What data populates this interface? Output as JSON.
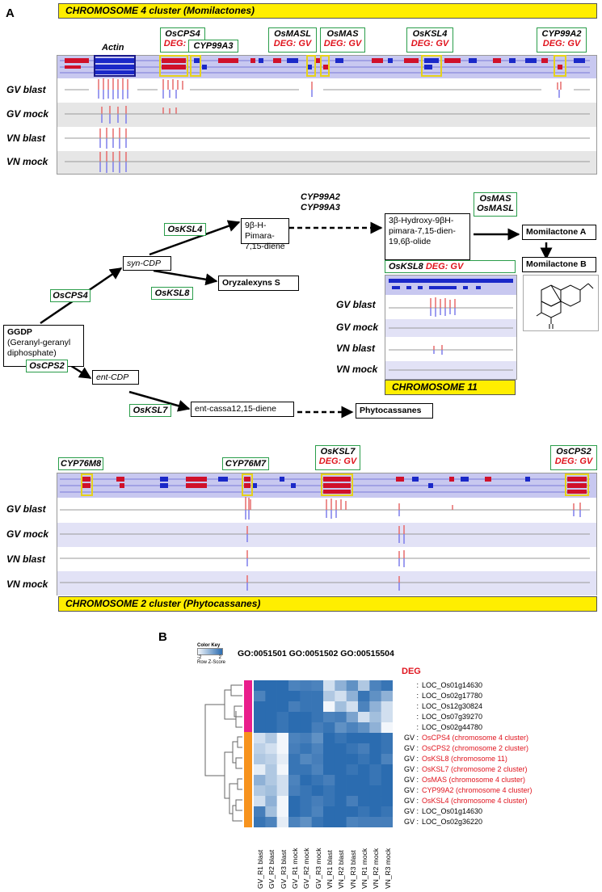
{
  "panel_a": {
    "letter": "A",
    "chr4_title": "CHROMOSOME 4 cluster (Momilactones)",
    "chr4_genes": [
      {
        "name": "Actin",
        "deg": ""
      },
      {
        "name": "OsCPS4",
        "deg": "DEG: GV"
      },
      {
        "name": "CYP99A3",
        "deg": ""
      },
      {
        "name": "OsMASL",
        "deg": "DEG: GV"
      },
      {
        "name": "OsMAS",
        "deg": "DEG: GV"
      },
      {
        "name": "OsKSL4",
        "deg": "DEG: GV"
      },
      {
        "name": "CYP99A2",
        "deg": "DEG: GV"
      }
    ],
    "tracks": [
      "GV blast",
      "GV mock",
      "VN blast",
      "VN mock"
    ],
    "pathway": {
      "ggdp_title": "GGDP",
      "ggdp_sub": "(Geranyl-geranyl diphosphate)",
      "syn_cdp": "syn-CDP",
      "ent_cdp": "ent-CDP",
      "pimara": "9β-H-Pimara-7,15-diene",
      "hydroxy": "3β-Hydroxy-9βH-pimara-7,15-dien-19,6β-olide",
      "oryzalexyns": "Oryzalexyns S",
      "cassa": "ent-cassa12,15-diene",
      "phytocassanes": "Phytocassanes",
      "momA": "Momilactone A",
      "momB": "Momilactone B",
      "enz_cps4": "OsCPS4",
      "enz_ksl4": "OsKSL4",
      "enz_ksl8": "OsKSL8",
      "enz_cps2": "OsCPS2",
      "enz_ksl7": "OsKSL7",
      "enz_cyp_a": "CYP99A2",
      "enz_cyp_b": "CYP99A3",
      "enz_mas_a": "OsMAS",
      "enz_mas_b": "OsMASL",
      "chr11_gene": "OsKSL8",
      "chr11_deg": "DEG: GV",
      "chr11_title": "CHROMOSOME 11"
    },
    "chr2_title": "CHROMOSOME 2 cluster (Phytocassanes)",
    "chr2_genes": [
      {
        "name": "CYP76M8",
        "deg": ""
      },
      {
        "name": "CYP76M7",
        "deg": ""
      },
      {
        "name": "OsKSL7",
        "deg": "DEG: GV"
      },
      {
        "name": "OsCPS2",
        "deg": "DEG: GV"
      }
    ]
  },
  "panel_b": {
    "letter": "B",
    "color_key": "Color Key",
    "color_key_axis": "Row Z-Score",
    "color_key_tick_a": "-2",
    "color_key_tick_b": "2",
    "go_terms": "GO:0051501 GO:0051502 GO:00515504",
    "deg_label": "DEG",
    "columns": [
      "GV_R1 blast",
      "GV_R2 blast",
      "GV_R3 blast",
      "GV_R1 mock",
      "GV_R2 mock",
      "GV_R3 mock",
      "VN_R1 blast",
      "VN_R2 blast",
      "VN_R3 blast",
      "VN_R1 mock",
      "VN_R2 mock",
      "VN_R3 mock"
    ],
    "rows": [
      {
        "prefix": ":",
        "label": "LOC_Os01g14630",
        "red": false,
        "group": "magenta"
      },
      {
        "prefix": ":",
        "label": "LOC_Os02g17780",
        "red": false,
        "group": "magenta"
      },
      {
        "prefix": ":",
        "label": "LOC_Os12g30824",
        "red": false,
        "group": "magenta"
      },
      {
        "prefix": ":",
        "label": "LOC_Os07g39270",
        "red": false,
        "group": "magenta"
      },
      {
        "prefix": ":",
        "label": "LOC_Os02g44780",
        "red": false,
        "group": "magenta"
      },
      {
        "prefix": "GV :",
        "label": "OsCPS4  (chromosome 4 cluster)",
        "red": true,
        "group": "orange"
      },
      {
        "prefix": "GV :",
        "label": "OsCPS2  (chromosome 2 cluster)",
        "red": true,
        "group": "orange"
      },
      {
        "prefix": "GV :",
        "label": "OsKSL8  (chromosome 11)",
        "red": true,
        "group": "orange"
      },
      {
        "prefix": "GV :",
        "label": "OsKSL7  (chromosome 2 cluster)",
        "red": true,
        "group": "orange"
      },
      {
        "prefix": "GV :",
        "label": "OsMAS  (chromosome 4 cluster)",
        "red": true,
        "group": "orange"
      },
      {
        "prefix": "GV :",
        "label": "CYP99A2  (chromosome 4 cluster)",
        "red": true,
        "group": "orange"
      },
      {
        "prefix": "GV :",
        "label": "OsKSL4  (chromosome 4 cluster)",
        "red": true,
        "group": "orange"
      },
      {
        "prefix": "GV :",
        "label": "LOC_Os01g14630",
        "red": false,
        "group": "orange"
      },
      {
        "prefix": "GV :",
        "label": "LOC_Os02g36220",
        "red": false,
        "group": "orange"
      }
    ],
    "matrix": [
      [
        1,
        1,
        1,
        0.5,
        0.6,
        0.5,
        -1.5,
        -0.5,
        0.2,
        -1.0,
        0.5,
        0.8
      ],
      [
        0.5,
        1,
        1,
        1,
        0.8,
        0.8,
        -1.0,
        -1.5,
        -0.5,
        0.8,
        0.2,
        -0.5
      ],
      [
        1,
        1,
        1,
        0.6,
        0.8,
        0.8,
        -2.0,
        -0.8,
        -1.5,
        0.5,
        -0.5,
        -1.5
      ],
      [
        1,
        1,
        0.8,
        1,
        1,
        0.8,
        0.5,
        0.6,
        -0.2,
        -1.5,
        -0.8,
        -1.5
      ],
      [
        1,
        1,
        0.8,
        1,
        1,
        0.6,
        0.8,
        0.2,
        0.5,
        0.2,
        -0.5,
        -2.0
      ],
      [
        -1.5,
        -1.0,
        -2.0,
        0.5,
        0.6,
        0.2,
        1,
        0.8,
        1,
        1,
        1,
        0.8
      ],
      [
        -1.2,
        -1.5,
        -2.0,
        0.6,
        0.8,
        0.5,
        1,
        1,
        0.8,
        0.6,
        1,
        0.8
      ],
      [
        -1.0,
        -1.2,
        -1.8,
        0.8,
        0.4,
        0.6,
        1,
        1,
        1,
        0.8,
        1,
        0.5
      ],
      [
        -1.8,
        -1.0,
        -2.0,
        0.8,
        0.8,
        0.5,
        1,
        1,
        0.8,
        1,
        0.8,
        1
      ],
      [
        -0.5,
        -1.0,
        -1.5,
        0.5,
        1,
        0.8,
        0.6,
        1,
        1,
        1,
        0.8,
        1
      ],
      [
        -1.0,
        -0.8,
        -1.5,
        0.6,
        0.8,
        1,
        0.8,
        1,
        1,
        1,
        1,
        1
      ],
      [
        -1.5,
        -0.5,
        -2.0,
        1,
        0.8,
        0.6,
        0.8,
        1,
        0.6,
        1,
        1,
        1
      ],
      [
        0.6,
        -0.8,
        -2.0,
        1,
        0.8,
        0.5,
        1,
        1,
        1,
        0.8,
        1,
        0.8
      ],
      [
        0.8,
        0.5,
        -1.8,
        0.5,
        0.2,
        0.8,
        1,
        1,
        0.5,
        0.6,
        0.6,
        0.6
      ]
    ]
  }
}
